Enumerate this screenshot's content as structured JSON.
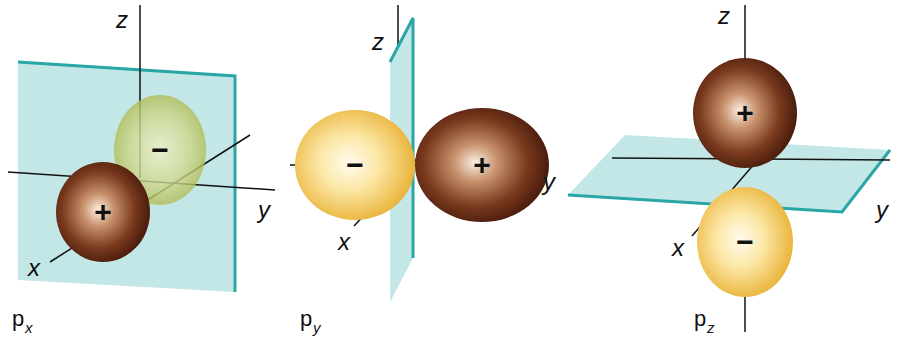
{
  "diagram": {
    "nodes": [
      {
        "text": [
          "+"
        ]
      },
      {
        "text": [
          "−"
        ]
      },
      {
        "text": [
          "−"
        ]
      },
      {
        "text": [
          "+"
        ]
      },
      {
        "text": [
          "+"
        ]
      },
      {
        "text": [
          "−"
        ]
      }
    ],
    "labels": [
      "z",
      "y",
      "x",
      "p",
      "x",
      "z",
      "y",
      "x",
      "p",
      "y",
      "z",
      "y",
      "x",
      "p",
      "z"
    ]
  }
}
